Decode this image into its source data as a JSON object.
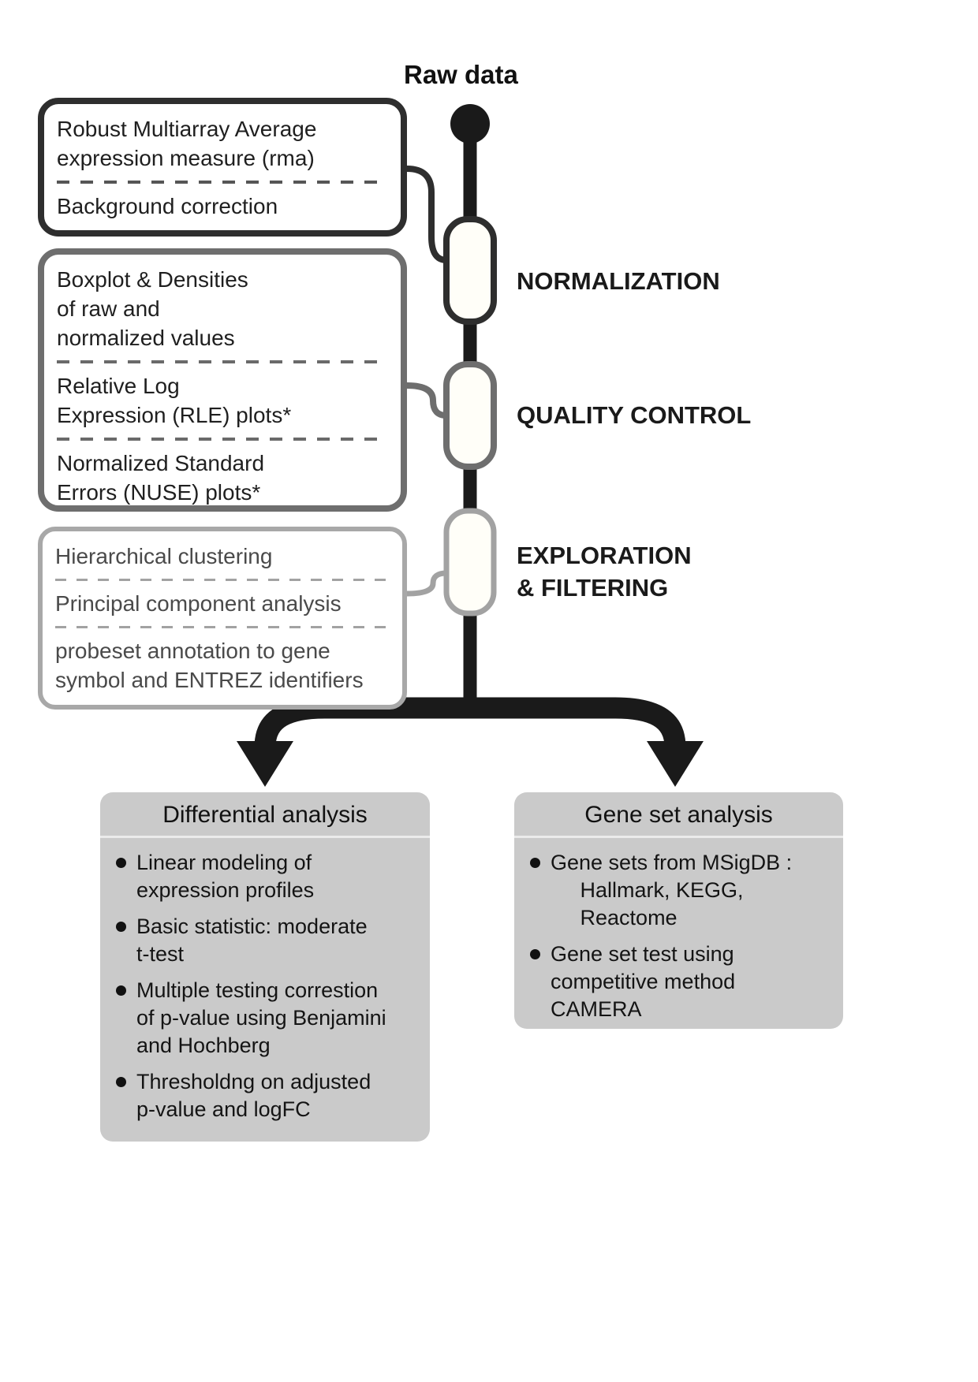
{
  "raw_data_label": "Raw data",
  "stage_labels": [
    "NORMALIZATION",
    "QUALITY CONTROL",
    "EXPLORATION\n& FILTERING"
  ],
  "method_boxes": [
    {
      "items": [
        "Robust Multiarray Average\nexpression measure (rma)",
        "Background correction"
      ]
    },
    {
      "items": [
        "Boxplot & Densities\nof raw and\nnormalized values",
        "Relative Log\nExpression (RLE) plots*",
        "Normalized Standard\nErrors (NUSE) plots*"
      ]
    },
    {
      "items": [
        "Hierarchical clustering",
        "Principal component analysis",
        "probeset annotation to gene\nsymbol and ENTREZ identifiers"
      ]
    }
  ],
  "analysis_boxes": [
    {
      "title": "Differential analysis",
      "bullets": [
        "Linear modeling of\nexpression profiles",
        "Basic statistic: moderate\nt-test",
        "Multiple testing correstion\nof p-value using Benjamini\nand Hochberg",
        "Thresholdng on adjusted\np-value and logFC"
      ]
    },
    {
      "title": "Gene set analysis",
      "bullets": [
        "Gene sets from MSigDB :\n     Hallmark, KEGG,\n     Reactome",
        "Gene set test using\ncompetitive method\nCAMERA"
      ]
    }
  ],
  "colors": {
    "flow_black": "#1a1a1a",
    "stage1_border": "#2e2e2e",
    "stage2_border": "#6e6e6e",
    "stage3_border": "#a2a2a2",
    "analysis_box_bg": "#cacaca"
  }
}
